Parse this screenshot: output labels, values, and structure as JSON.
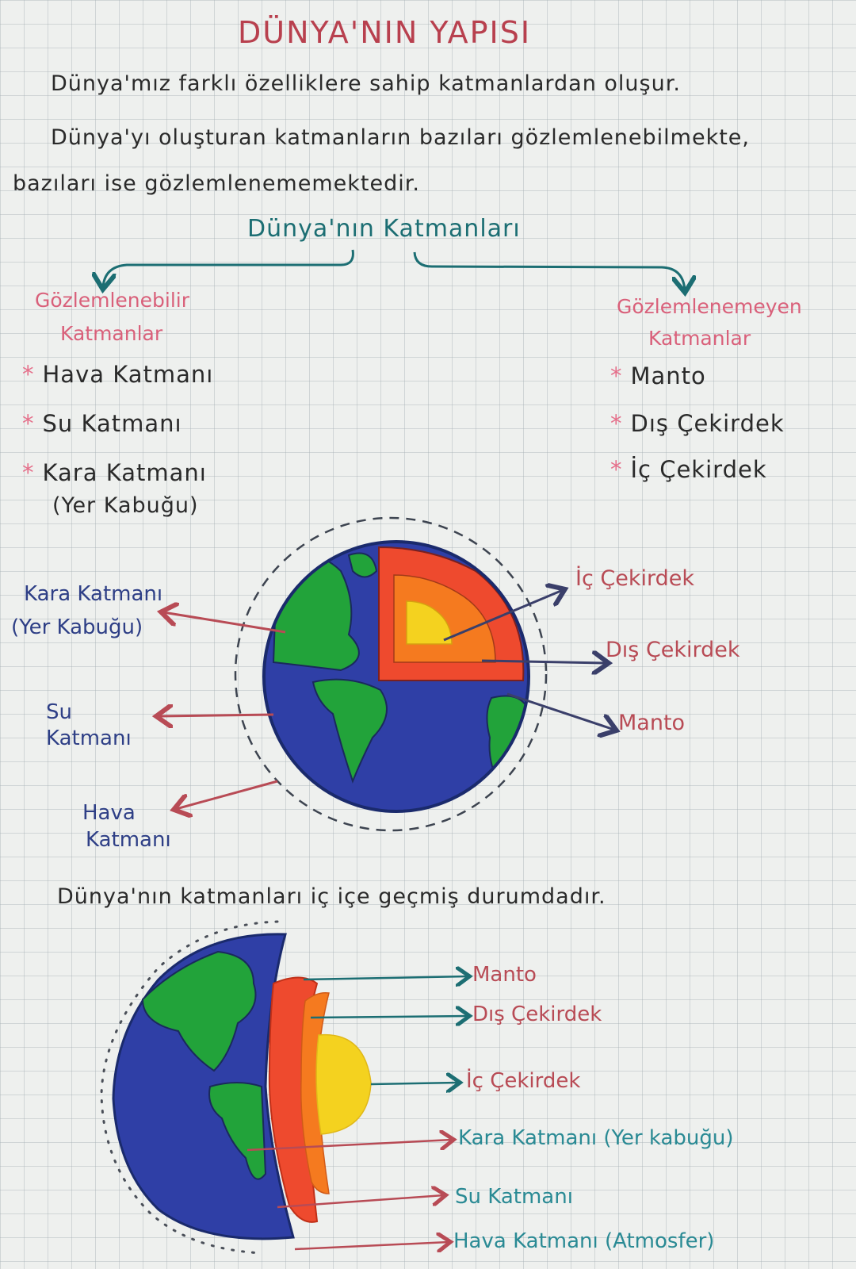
{
  "title": "DÜNYA'NIN YAPISI",
  "intro": {
    "line1": "Dünya'mız farklı özelliklere sahip katmanlardan oluşur.",
    "line2": "Dünya'yı oluşturan katmanların bazıları gözlemlenebilmekte,",
    "line3": "bazıları ise gözlemlenememektedir."
  },
  "layers_heading": "Dünya'nın Katmanları",
  "observable": {
    "heading_line1": "Gözlemlenebilir",
    "heading_line2": "Katmanlar",
    "bullet": "*",
    "items": [
      "Hava Katmanı",
      "Su Katmanı",
      "Kara Katmanı"
    ],
    "note": "(Yer Kabuğu)"
  },
  "unobservable": {
    "heading_line1": "Gözlemlenemeyen",
    "heading_line2": "Katmanlar",
    "bullet": "*",
    "items": [
      "Manto",
      "Dış Çekirdek",
      "İç Çekirdek"
    ]
  },
  "diagram1": {
    "left_labels": {
      "kara_line1": "Kara Katmanı",
      "kara_line2": "(Yer Kabuğu)",
      "su_line1": "Su",
      "su_line2": "Katmanı",
      "hava_line1": "Hava",
      "hava_line2": "Katmanı"
    },
    "right_labels": {
      "ic": "İç Çekirdek",
      "dis": "Dış Çekirdek",
      "manto": "Manto"
    }
  },
  "nested_sentence": "Dünya'nın katmanları iç içe geçmiş durumdadır.",
  "diagram2": {
    "labels": {
      "manto": "Manto",
      "dis": "Dış Çekirdek",
      "ic": "İç Çekirdek",
      "kara": "Kara Katmanı (Yer kabuğu)",
      "su": "Su Katmanı",
      "hava": "Hava Katmanı (Atmosfer)"
    }
  },
  "colors": {
    "title": "#b8404e",
    "heading_teal": "#1c6e73",
    "subheading_pink": "#d9607a",
    "ocean_blue": "#2f3fa6",
    "land_green": "#22a33a",
    "mantle_red": "#ee4a2e",
    "outer_core_orange": "#f57a1f",
    "inner_core_yellow": "#f4d21f"
  }
}
